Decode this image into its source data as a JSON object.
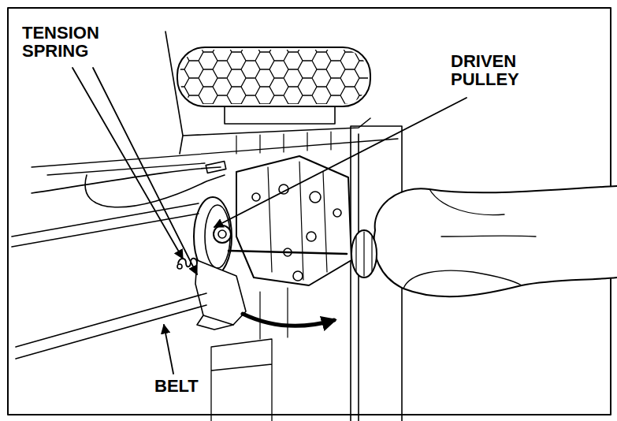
{
  "diagram": {
    "labels": [
      "TENSION SPRING",
      "DRIVEN PULLEY",
      "BELT"
    ]
  }
}
